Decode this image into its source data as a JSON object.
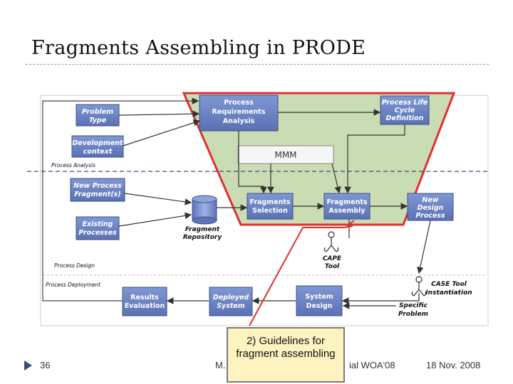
{
  "slide": {
    "title": "Fragments Assembling in PRODE",
    "page_number": "36",
    "author_fragment": "M.",
    "event_fragment": "ial WOA'08",
    "date": "18 Nov. 2008"
  },
  "callout": {
    "line1": "2) Guidelines for",
    "line2": "fragment assembling"
  },
  "diagram": {
    "mmm_label": "MMM",
    "boxes": {
      "problem_type": [
        "Problem",
        "Type"
      ],
      "development_context": [
        "Development",
        "context"
      ],
      "new_process_fragments": [
        "New Process",
        "Fragment(s)"
      ],
      "existing_processes": [
        "Existing",
        "Processes"
      ],
      "process_requirements_analysis": [
        "Process",
        "Requirements",
        "Analysis"
      ],
      "process_life_cycle_definition": [
        "Process Life",
        "Cycle",
        "Definition"
      ],
      "fragments_selection": [
        "Fragments",
        "Selection"
      ],
      "fragments_assembly": [
        "Fragments",
        "Assembly"
      ],
      "new_design_process": [
        "New",
        "Design",
        "Process"
      ],
      "results_evaluation": [
        "Results",
        "Evaluation"
      ],
      "deployed_system": [
        "Deployed",
        "System"
      ],
      "system_design": [
        "System",
        "Design"
      ]
    },
    "labels": {
      "fragment_repository": [
        "Fragment",
        "Repository"
      ],
      "cape_tool": [
        "CAPE",
        "Tool"
      ],
      "case_tool_instantiation": [
        "CASE Tool",
        "Instantiation"
      ],
      "specific_problem": [
        "Specific",
        "Problem"
      ],
      "process_analysis": "Process Analysis",
      "process_design": "Process Design",
      "process_deployment": "Process Deployment"
    }
  },
  "colors": {
    "box_fill": "#6d86c4",
    "box_stroke": "#3e4f86",
    "green_region": "#c9dcb3",
    "red_outline": "#e03030",
    "callout_fill": "#fdf3c0",
    "divider": "#3a4a8a"
  }
}
